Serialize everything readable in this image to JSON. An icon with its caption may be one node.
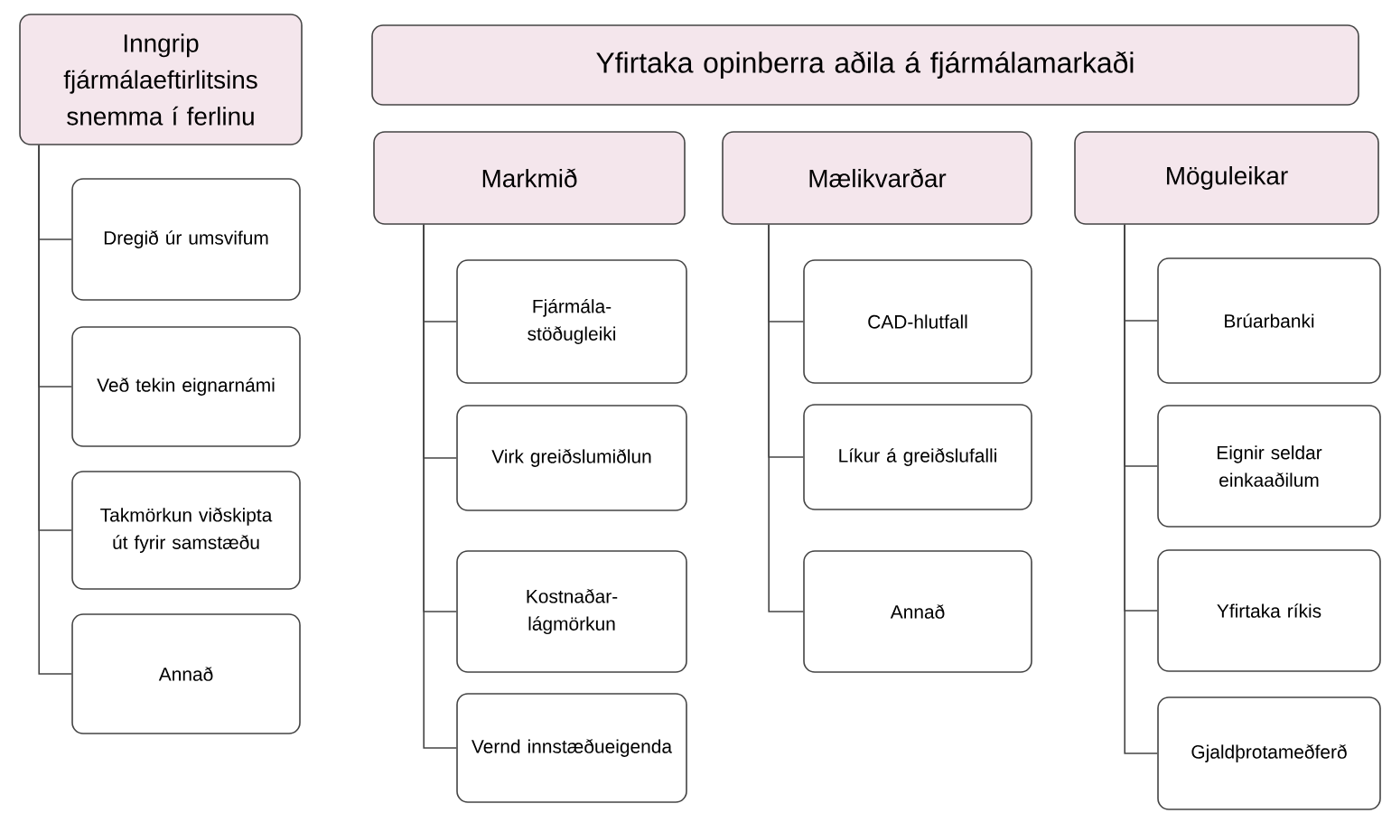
{
  "diagram": {
    "nodes": [
      {
        "text": [
          "Inngrip fjármálaeftirlitsins snemma í ferlinu"
        ]
      },
      {
        "text": [
          "Dregið úr umsvifum"
        ]
      },
      {
        "text": [
          "Veð tekin eignarnámi"
        ]
      },
      {
        "text": [
          "Takmörkun viðskipta út fyrir samstæðu"
        ]
      },
      {
        "text": [
          "Annað"
        ]
      },
      {
        "text": [
          "Yfirtaka opinberra aðila á fjármálamarkaði"
        ]
      },
      {
        "text": [
          "Markmið"
        ]
      },
      {
        "text": [
          "Mælikvarðar"
        ]
      },
      {
        "text": [
          "Möguleikar"
        ]
      },
      {
        "text": [
          "Fjármála-stöðugleiki"
        ]
      },
      {
        "text": [
          "Virk greiðslumiðlun"
        ]
      },
      {
        "text": [
          "Kostnaðar-lágmörkun"
        ]
      },
      {
        "text": [
          "Vernd innstæðueigenda"
        ]
      },
      {
        "text": [
          "CAD-hlutfall"
        ]
      },
      {
        "text": [
          "Líkur á greiðslufalli"
        ]
      },
      {
        "text": [
          "Annað"
        ]
      },
      {
        "text": [
          "Brúarbanki"
        ]
      },
      {
        "text": [
          "Eignir seldar einkaaðilum"
        ]
      },
      {
        "text": [
          "Yfirtaka ríkis"
        ]
      },
      {
        "text": [
          "Gjaldþrotameðferð"
        ]
      }
    ],
    "edges": [
      {
        "from": 0,
        "to": 1,
        "arrow": "none"
      },
      {
        "from": 0,
        "to": 2,
        "arrow": "none"
      },
      {
        "from": 0,
        "to": 3,
        "arrow": "none"
      },
      {
        "from": 0,
        "to": 4,
        "arrow": "none"
      },
      {
        "from": 6,
        "to": 9,
        "arrow": "none"
      },
      {
        "from": 6,
        "to": 10,
        "arrow": "none"
      },
      {
        "from": 6,
        "to": 11,
        "arrow": "none"
      },
      {
        "from": 6,
        "to": 12,
        "arrow": "none"
      },
      {
        "from": 7,
        "to": 13,
        "arrow": "none"
      },
      {
        "from": 7,
        "to": 14,
        "arrow": "none"
      },
      {
        "from": 7,
        "to": 15,
        "arrow": "none"
      },
      {
        "from": 8,
        "to": 16,
        "arrow": "none"
      },
      {
        "from": 8,
        "to": 17,
        "arrow": "none"
      },
      {
        "from": 8,
        "to": 18,
        "arrow": "none"
      },
      {
        "from": 8,
        "to": 19,
        "arrow": "none"
      }
    ]
  }
}
